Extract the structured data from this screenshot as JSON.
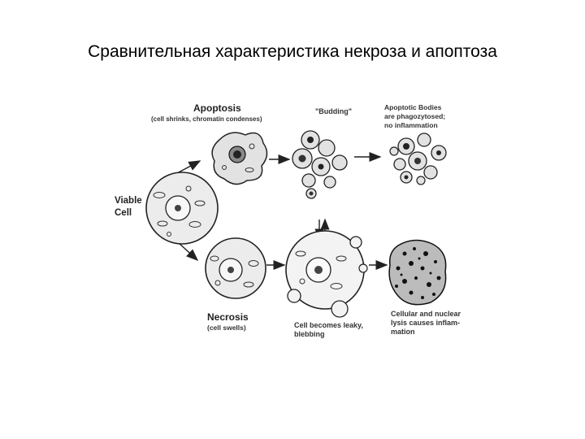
{
  "title": "Сравнительная характеристика некроза и апоптоза",
  "labels": {
    "apoptosis": "Apoptosis",
    "apoptosis_sub": "(cell shrinks, chromatin condenses)",
    "budding": "\"Budding\"",
    "bodies_1": "Apoptotic Bodies",
    "bodies_2": "are phagozytosed;",
    "bodies_3": "no inflammation",
    "viable_1": "Viable",
    "viable_2": "Cell",
    "necrosis": "Necrosis",
    "necrosis_sub": "(cell swells)",
    "leaky_1": "Cell becomes leaky,",
    "leaky_2": "blebbing",
    "lysis_1": "Cellular and nuclear",
    "lysis_2": "lysis causes inflam-",
    "lysis_3": "mation"
  },
  "colors": {
    "ink": "#222222",
    "cytoplasm": "#e8e8e8",
    "dark": "#111111"
  }
}
